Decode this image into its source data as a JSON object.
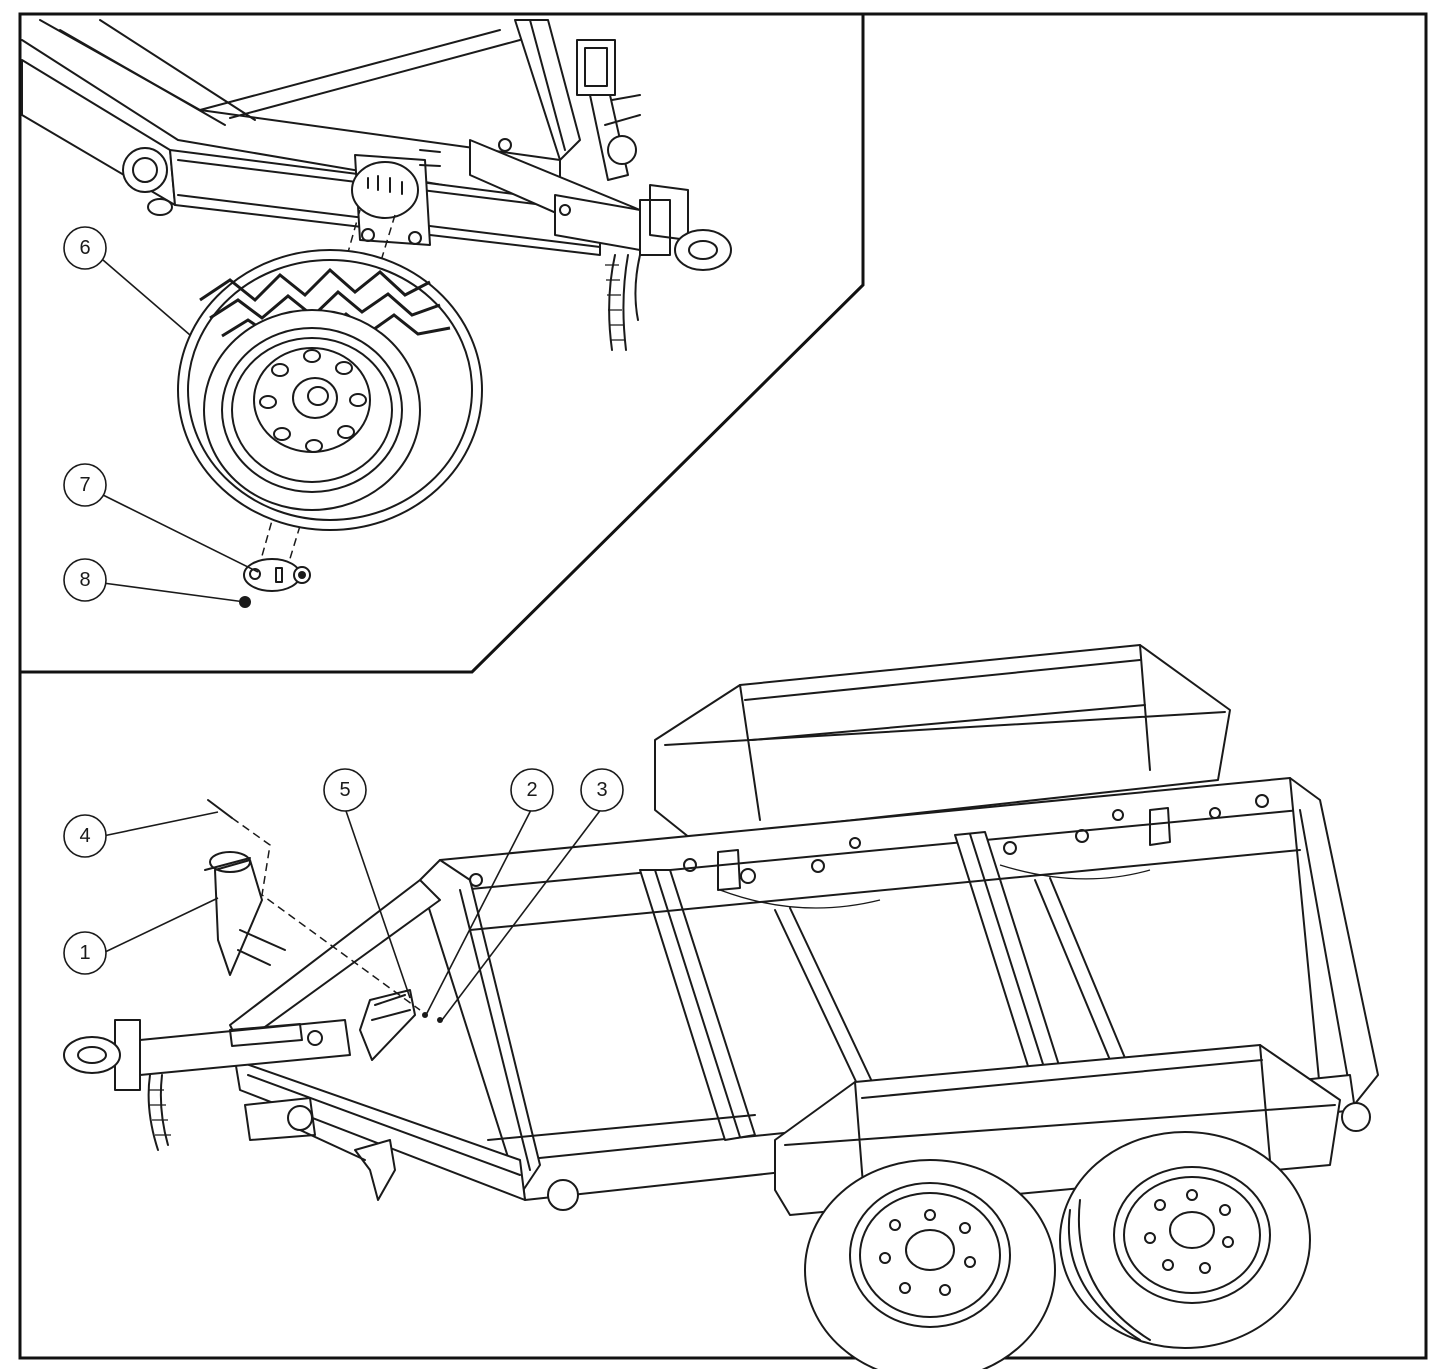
{
  "callouts": [
    {
      "label": "1"
    },
    {
      "label": "2"
    },
    {
      "label": "3"
    },
    {
      "label": "4"
    },
    {
      "label": "5"
    },
    {
      "label": "6"
    },
    {
      "label": "7"
    },
    {
      "label": "8"
    }
  ],
  "colors": {
    "line": "#1a1a1a",
    "background": "#ffffff"
  }
}
